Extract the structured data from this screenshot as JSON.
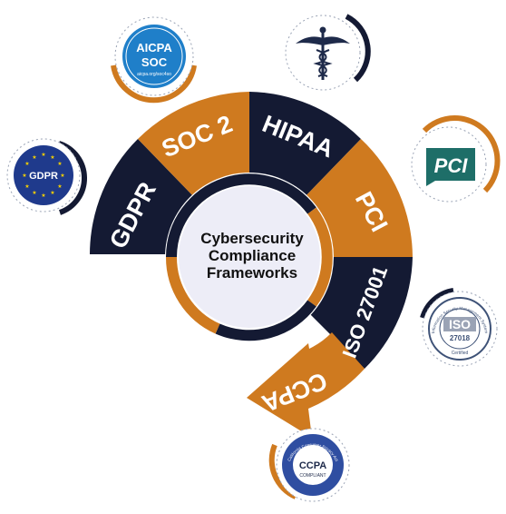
{
  "colors": {
    "orange": "#CF7A1F",
    "navy": "#141A33",
    "circle": "#EDEDF7",
    "badge_blue": "#1F7FC9"
  },
  "center": {
    "line1": "Cybersecurity",
    "line2": "Compliance",
    "line3": "Frameworks"
  },
  "segments": [
    {
      "id": "gdpr",
      "label": "GDPR"
    },
    {
      "id": "soc2",
      "label": "SOC 2"
    },
    {
      "id": "hipaa",
      "label": "HIPAA"
    },
    {
      "id": "pci",
      "label": "PCI"
    },
    {
      "id": "iso",
      "label": "ISO 27001"
    },
    {
      "id": "ccpa",
      "label": "CCPA"
    }
  ],
  "badges": {
    "aicpa": {
      "line1": "AICPA",
      "line2": "SOC",
      "small": "aicpa.org/soc4so",
      "icon": "aicpa-soc-badge-icon"
    },
    "hipaa": {
      "icon": "caduceus-icon"
    },
    "pci": {
      "text": "PCI",
      "icon": "pci-logo-icon"
    },
    "gdpr": {
      "text": "GDPR",
      "icon": "eu-stars-icon"
    },
    "iso": {
      "ring": "Information Security Management System",
      "main": "ISO",
      "num": "27018",
      "cert": "Certified",
      "icon": "iso-badge-icon"
    },
    "ccpa": {
      "ring": "California Consumer Privacy Act",
      "main": "CCPA",
      "sub": "COMPLIANT",
      "icon": "ccpa-badge-icon"
    }
  }
}
